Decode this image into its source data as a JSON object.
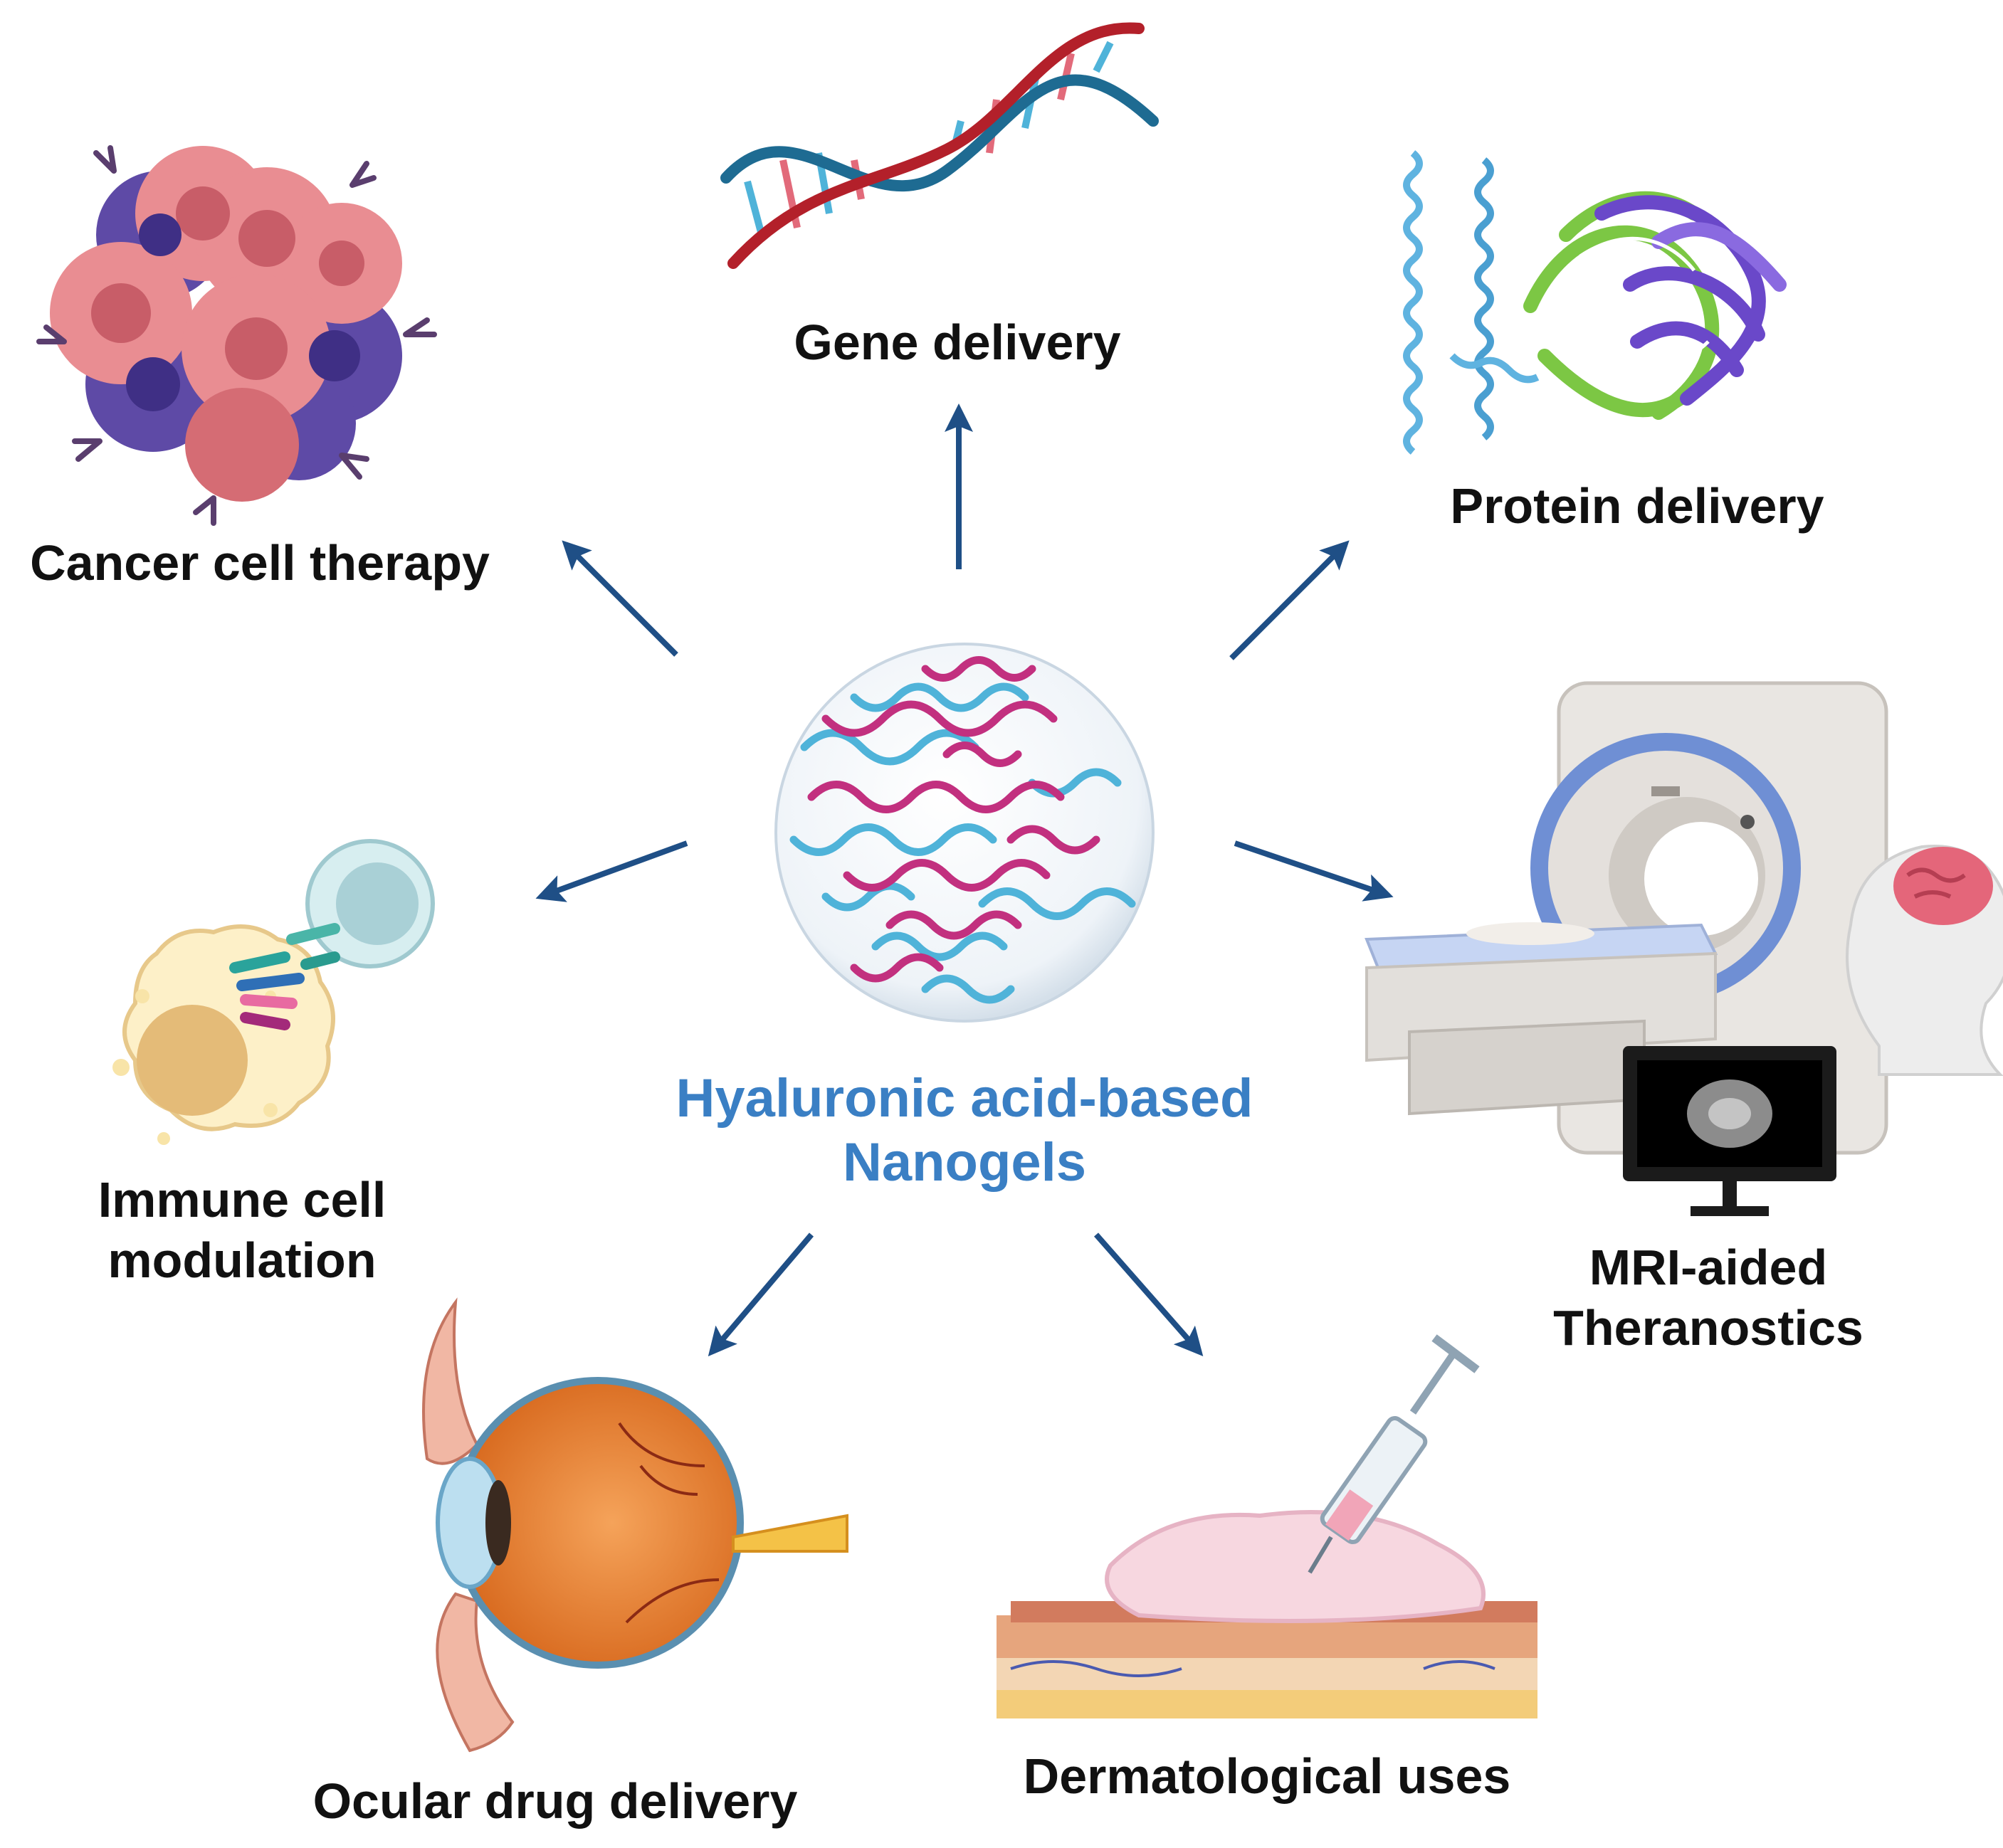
{
  "center": {
    "line1": "Hyaluronic acid-based",
    "line2": "Nanogels",
    "color": "#3a7fc4"
  },
  "applications": {
    "gene": "Gene delivery",
    "protein": "Protein delivery",
    "cancer": "Cancer cell therapy",
    "immune_line1": "Immune cell",
    "immune_line2": "modulation",
    "mri_line1": "MRI-aided",
    "mri_line2": "Theranostics",
    "ocular": "Ocular drug delivery",
    "derm": "Dermatological uses"
  },
  "colors": {
    "arrow": "#1f4f86",
    "strand_pink": "#c2307f",
    "strand_blue": "#4fb3d9",
    "dna_red": "#b3202a",
    "dna_blue": "#1e6b92",
    "cancer_pink": "#e98d92",
    "cancer_purple": "#5e4aa6",
    "protein_green": "#7cc744",
    "protein_purple": "#6a48c9",
    "helix_blue": "#5fb3e0"
  }
}
